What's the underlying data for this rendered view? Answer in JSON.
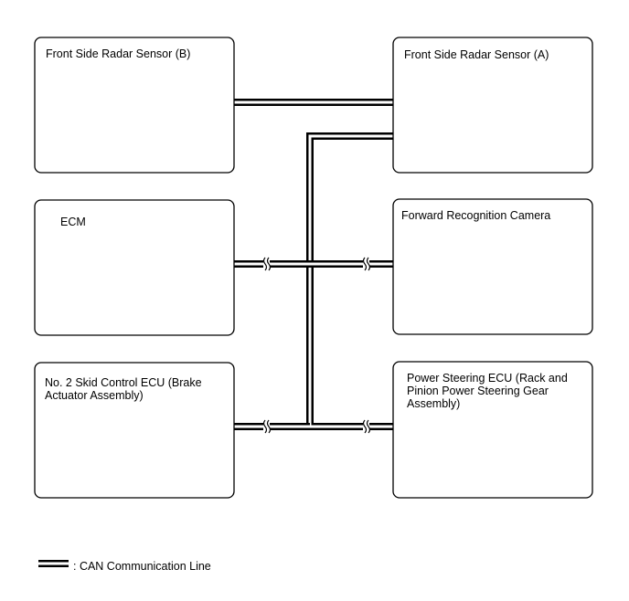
{
  "modules": {
    "front_side_radar_b": [
      "Front Side Radar Sensor (B)"
    ],
    "front_side_radar_a": [
      "Front Side Radar Sensor (A)"
    ],
    "ecm": [
      "ECM"
    ],
    "forward_recognition_camera": [
      "Forward Recognition Camera"
    ],
    "skid_control_ecu": [
      "No. 2 Skid Control ECU (Brake",
      "Actuator Assembly)"
    ],
    "power_steering_ecu": [
      "Power Steering ECU (Rack and",
      "Pinion Power Steering Gear",
      "Assembly)"
    ]
  },
  "legend": {
    "label": ": CAN Communication Line"
  }
}
